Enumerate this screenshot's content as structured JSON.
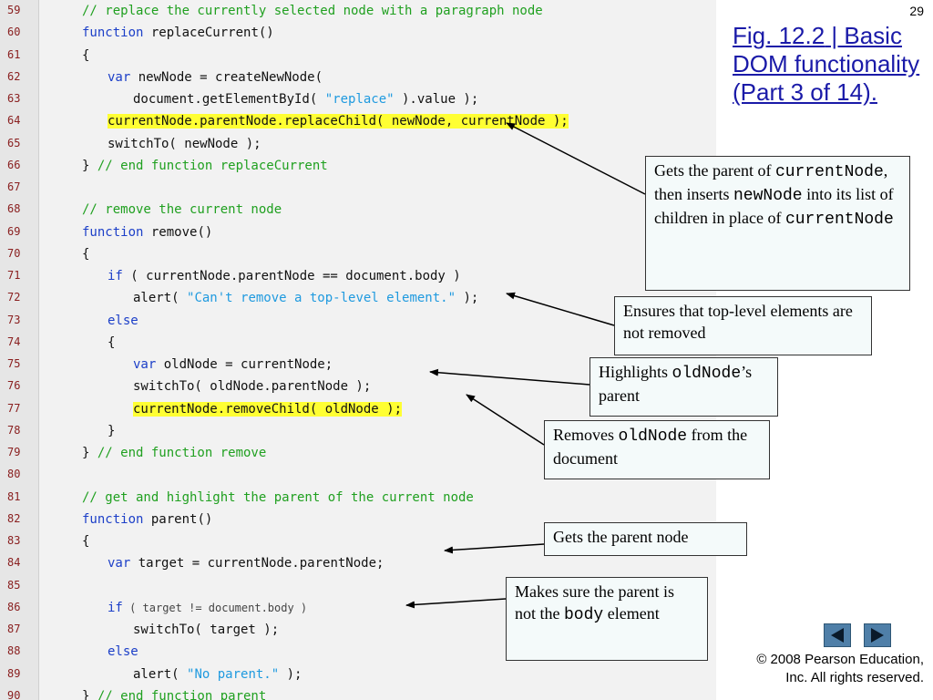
{
  "slide": {
    "number": "29",
    "title_link": "Fig. 12.2",
    "title_rest": " | Basic DOM functionality (Part 3 of 14)."
  },
  "code": {
    "lines": [
      {
        "num": "59",
        "indent": 1,
        "parts": [
          {
            "t": "// replace the currently selected node with a paragraph node",
            "s": "cm"
          }
        ]
      },
      {
        "num": "60",
        "indent": 1,
        "parts": [
          {
            "t": "function",
            "s": "kw"
          },
          {
            "t": " replaceCurrent()",
            "s": ""
          }
        ]
      },
      {
        "num": "61",
        "indent": 1,
        "parts": [
          {
            "t": "{",
            "s": ""
          }
        ]
      },
      {
        "num": "62",
        "indent": 2,
        "parts": [
          {
            "t": "var",
            "s": "kw"
          },
          {
            "t": " newNode = createNewNode(",
            "s": ""
          }
        ]
      },
      {
        "num": "63",
        "indent": 3,
        "parts": [
          {
            "t": "document.getElementById( ",
            "s": ""
          },
          {
            "t": "\"replace\"",
            "s": "str"
          },
          {
            "t": " ).value );",
            "s": ""
          }
        ]
      },
      {
        "num": "64",
        "indent": 2,
        "parts": [
          {
            "t": "currentNode.parentNode.replaceChild( newNode, currentNode );",
            "s": "hl"
          }
        ]
      },
      {
        "num": "65",
        "indent": 2,
        "parts": [
          {
            "t": "switchTo( newNode );",
            "s": ""
          }
        ]
      },
      {
        "num": "66",
        "indent": 1,
        "parts": [
          {
            "t": "} ",
            "s": ""
          },
          {
            "t": "// end function replaceCurrent",
            "s": "cm"
          }
        ]
      },
      {
        "num": "67",
        "indent": 1,
        "parts": []
      },
      {
        "num": "68",
        "indent": 1,
        "parts": [
          {
            "t": "// remove the current node",
            "s": "cm"
          }
        ]
      },
      {
        "num": "69",
        "indent": 1,
        "parts": [
          {
            "t": "function",
            "s": "kw"
          },
          {
            "t": " remove()",
            "s": ""
          }
        ]
      },
      {
        "num": "70",
        "indent": 1,
        "parts": [
          {
            "t": "{",
            "s": ""
          }
        ]
      },
      {
        "num": "71",
        "indent": 2,
        "parts": [
          {
            "t": "if",
            "s": "kw"
          },
          {
            "t": " ( currentNode.parentNode == document.body )",
            "s": ""
          }
        ]
      },
      {
        "num": "72",
        "indent": 3,
        "parts": [
          {
            "t": "alert( ",
            "s": ""
          },
          {
            "t": "\"Can't remove a top-level element.\"",
            "s": "str"
          },
          {
            "t": " );",
            "s": ""
          }
        ]
      },
      {
        "num": "73",
        "indent": 2,
        "parts": [
          {
            "t": "else",
            "s": "kw"
          }
        ]
      },
      {
        "num": "74",
        "indent": 2,
        "parts": [
          {
            "t": "{",
            "s": ""
          }
        ]
      },
      {
        "num": "75",
        "indent": 3,
        "parts": [
          {
            "t": "var",
            "s": "kw"
          },
          {
            "t": " oldNode = currentNode;",
            "s": ""
          }
        ]
      },
      {
        "num": "76",
        "indent": 3,
        "parts": [
          {
            "t": "switchTo( oldNode.parentNode );",
            "s": ""
          }
        ]
      },
      {
        "num": "77",
        "indent": 3,
        "parts": [
          {
            "t": "currentNode.removeChild( oldNode );",
            "s": "hl"
          }
        ]
      },
      {
        "num": "78",
        "indent": 2,
        "parts": [
          {
            "t": "}",
            "s": ""
          }
        ]
      },
      {
        "num": "79",
        "indent": 1,
        "parts": [
          {
            "t": "} ",
            "s": ""
          },
          {
            "t": "// end function remove",
            "s": "cm"
          }
        ]
      },
      {
        "num": "80",
        "indent": 1,
        "parts": []
      },
      {
        "num": "81",
        "indent": 1,
        "parts": [
          {
            "t": "// get and highlight the parent of the current node",
            "s": "cm"
          }
        ]
      },
      {
        "num": "82",
        "indent": 1,
        "parts": [
          {
            "t": "function",
            "s": "kw"
          },
          {
            "t": " parent()",
            "s": ""
          }
        ]
      },
      {
        "num": "83",
        "indent": 1,
        "parts": [
          {
            "t": "{",
            "s": ""
          }
        ]
      },
      {
        "num": "84",
        "indent": 2,
        "parts": [
          {
            "t": "var",
            "s": "kw"
          },
          {
            "t": " target = currentNode.parentNode;",
            "s": ""
          }
        ]
      },
      {
        "num": "85",
        "indent": 1,
        "parts": []
      },
      {
        "num": "86",
        "indent": 2,
        "parts": [
          {
            "t": "if",
            "s": "kw"
          },
          {
            "t": " ( target != document.body )",
            "s": "small"
          }
        ]
      },
      {
        "num": "87",
        "indent": 3,
        "parts": [
          {
            "t": "switchTo( target );",
            "s": ""
          }
        ]
      },
      {
        "num": "88",
        "indent": 2,
        "parts": [
          {
            "t": "else",
            "s": "kw"
          }
        ]
      },
      {
        "num": "89",
        "indent": 3,
        "parts": [
          {
            "t": "alert( ",
            "s": ""
          },
          {
            "t": "\"No parent.\"",
            "s": "str"
          },
          {
            "t": " );",
            "s": ""
          }
        ]
      },
      {
        "num": "90",
        "indent": 1,
        "parts": [
          {
            "t": "} ",
            "s": ""
          },
          {
            "t": "// end function parent",
            "s": "cm"
          }
        ]
      }
    ]
  },
  "callouts": {
    "replace": [
      {
        "t": "Gets the parent of ",
        "m": false
      },
      {
        "t": "currentNode",
        "m": true
      },
      {
        "t": ", then inserts ",
        "m": false
      },
      {
        "t": "newNode",
        "m": true
      },
      {
        "t": " into its list of children in place of ",
        "m": false
      },
      {
        "t": "currentNode",
        "m": true
      }
    ],
    "toplevel": [
      {
        "t": "Ensures that top-level elements are not removed",
        "m": false
      }
    ],
    "highlights": [
      {
        "t": "Highlights ",
        "m": false
      },
      {
        "t": "oldNode",
        "m": true
      },
      {
        "t": "’s parent",
        "m": false
      }
    ],
    "removes": [
      {
        "t": "Removes ",
        "m": false
      },
      {
        "t": "oldNode",
        "m": true
      },
      {
        "t": " from the document",
        "m": false
      }
    ],
    "gets_parent": [
      {
        "t": "Gets the parent node",
        "m": false
      }
    ],
    "not_body": [
      {
        "t": "Makes sure the parent is not the ",
        "m": false
      },
      {
        "t": "body",
        "m": true
      },
      {
        "t": " element",
        "m": false
      }
    ]
  },
  "nav": {
    "prev_icon": "triangle-left-icon",
    "next_icon": "triangle-right-icon",
    "color": "#4f7fa8"
  },
  "footer": {
    "copyright_line1": "© 2008 Pearson Education,",
    "copyright_line2": "Inc.  All rights reserved."
  }
}
